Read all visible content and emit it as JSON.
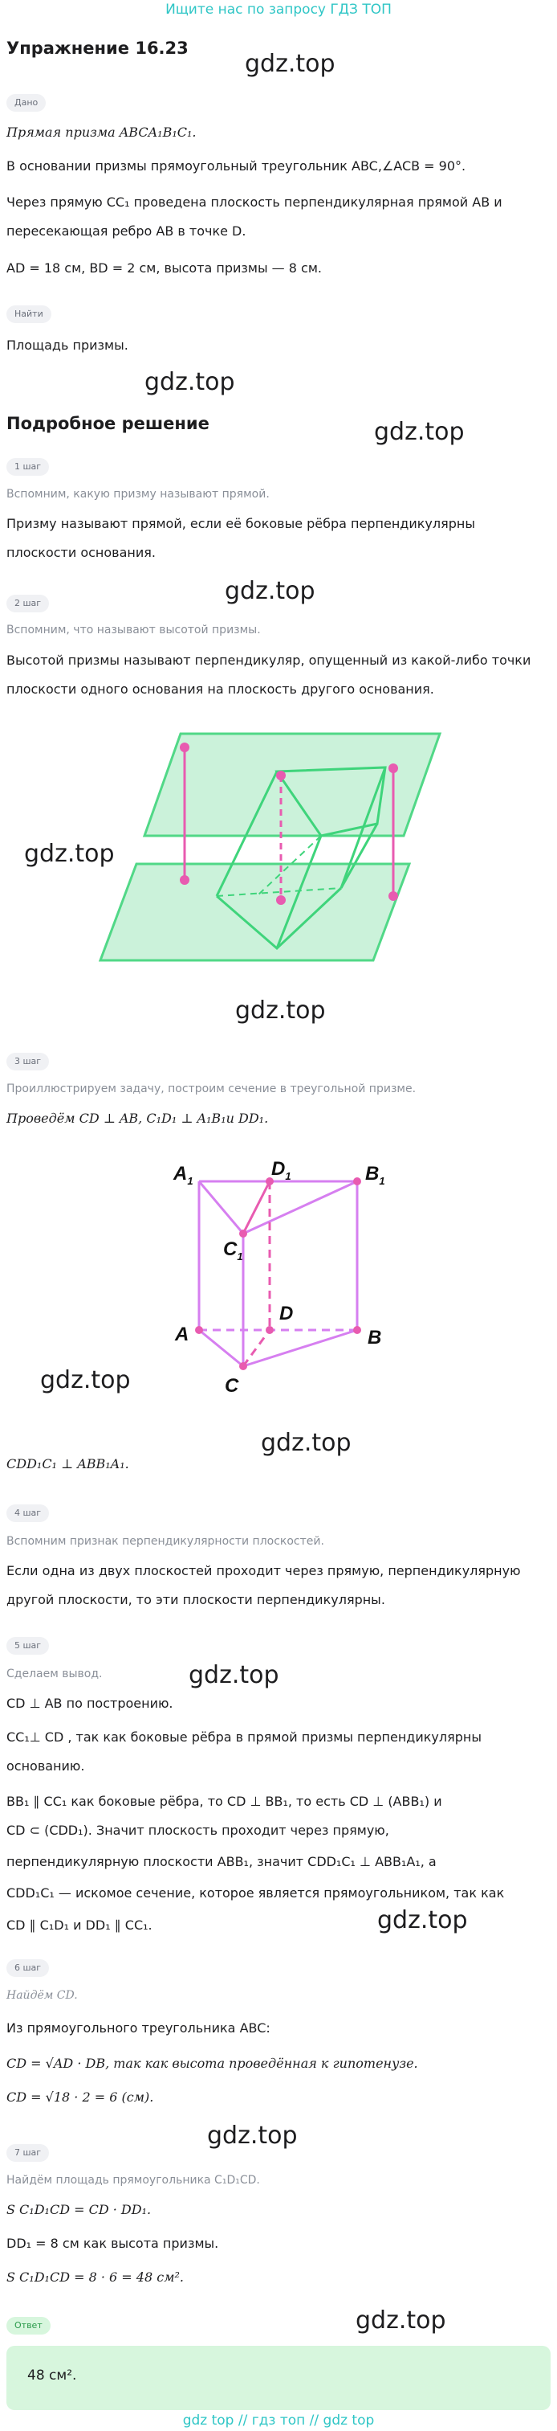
{
  "banner": "Ищите нас по запросу ГДЗ ТОП",
  "title": "Упражнение 16.23",
  "watermark": "gdz.top",
  "given": {
    "chip": "Дано",
    "l1": "Прямая призма ABCA₁B₁C₁.",
    "l2": "В основании призмы прямоугольный треугольник ABC,∠ACB = 90°.",
    "l3": "Через прямую CC₁ проведена плоскость перпендикулярная прямой AB и",
    "l4": "пересекающая ребро AB в точке D.",
    "l5": "AD = 18 см, BD = 2 см, высота призмы — 8 см."
  },
  "find": {
    "chip": "Найти",
    "l1": "Площадь призмы."
  },
  "solution_title": "Подробное решение",
  "step1": {
    "chip": "1 шаг",
    "hint": "Вспомним, какую призму называют прямой.",
    "l1": "Призму называют прямой, если её боковые рёбра перпендикулярны",
    "l2": "плоскости основания."
  },
  "step2": {
    "chip": "2 шаг",
    "hint": "Вспомним, что называют высотой призмы.",
    "l1": "Высотой призмы называют перпендикуляр, опущенный из какой-либо точки",
    "l2": "плоскости одного основания на плоскость другого основания."
  },
  "step3": {
    "chip": "3 шаг",
    "hint": "Проиллюстрируем задачу, построим сечение в треугольной призме.",
    "l1": "Проведём CD ⊥ AB, C₁D₁ ⊥ A₁B₁и DD₁.",
    "l2": "CDD₁C₁ ⊥ ABB₁A₁."
  },
  "figure2_labels": {
    "A1": "A",
    "D1": "D",
    "B1": "B",
    "C1": "C",
    "D": "D",
    "A": "A",
    "B": "B",
    "C": "C",
    "sub": "1"
  },
  "step4": {
    "chip": "4 шаг",
    "hint": "Вспомним признак перпендикулярности плоскостей.",
    "l1": "Если одна из двух плоскостей проходит через прямую, перпендикулярную",
    "l2": "другой плоскости, то эти плоскости перпендикулярны."
  },
  "step5": {
    "chip": "5 шаг",
    "hint": "Сделаем вывод.",
    "l1": "CD ⊥ AB по построению.",
    "l2": "CC₁⊥ CD , так как боковые рёбра в прямой призмы перпендикулярны",
    "l3": "основанию.",
    "l4": "BB₁ ∥ CC₁ как боковые рёбра, то CD ⊥ BB₁, то есть CD ⊥ (ABB₁) и",
    "l5": "CD ⊂ (CDD₁). Значит плоскость проходит через прямую,",
    "l6": "перпендикулярную плоскости ABB₁, значит CDD₁C₁ ⊥ ABB₁A₁, а",
    "l7": "CDD₁C₁ — искомое сечение, которое является прямоугольником, так как",
    "l8": "CD ∥ C₁D₁ и DD₁ ∥ CC₁."
  },
  "step6": {
    "chip": "6 шаг",
    "hint": "Найдём CD.",
    "l1": "Из прямоугольного треугольника ABC:",
    "l2": "CD = √AD · DB, так как высота проведённая к гипотенузе.",
    "l3": "CD = √18 · 2 = 6 (см)."
  },
  "step7": {
    "chip": "7 шаг",
    "hint": "Найдём площадь прямоугольника C₁D₁CD.",
    "l1": "S C₁D₁CD = CD · DD₁.",
    "l2": "DD₁ = 8 см как высота призмы.",
    "l3": "S C₁D₁CD = 8 · 6 = 48 см²."
  },
  "answer": {
    "chip": "Ответ",
    "text": "48 см²."
  },
  "footer": "gdz top // гдз топ // gdz top",
  "colors": {
    "accent": "#2fc6c6",
    "green": "#3fd47b",
    "pink": "#e85bb0",
    "violet": "#d67ff0"
  }
}
